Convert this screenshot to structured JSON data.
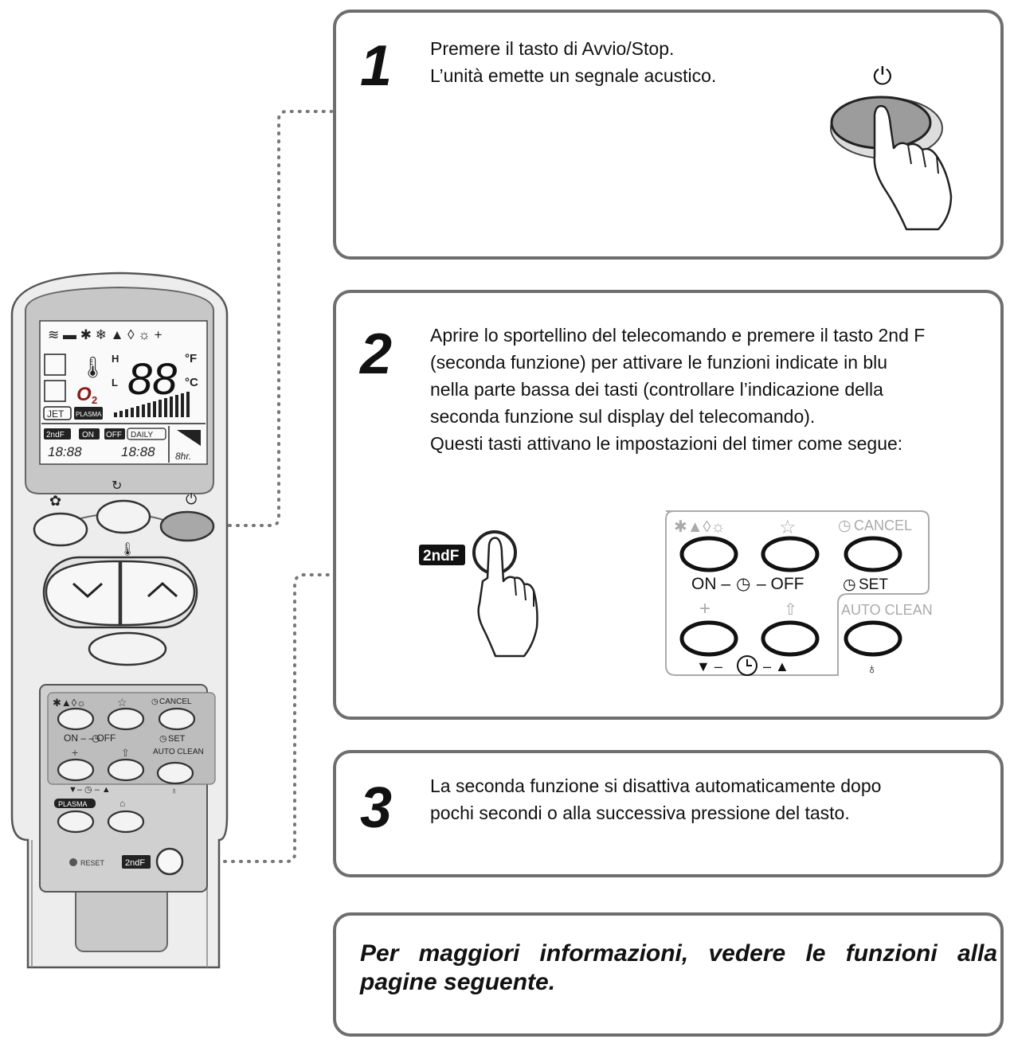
{
  "remote": {
    "lcd": {
      "temp_digits": "88",
      "unit_f": "°F",
      "unit_c": "°C",
      "o2": "O",
      "o2_sub": "2",
      "fan_high": "H",
      "fan_low": "L",
      "jet": "JET",
      "plasma": "PLASMA",
      "second_f": "2ndF",
      "on": "ON",
      "off": "OFF",
      "daily": "DAILY",
      "timer_on": "18:88",
      "timer_off": "18:88",
      "hours": "8hr."
    },
    "panel": {
      "cancel": "CANCEL",
      "on_off": "ON – – OFF",
      "set": "SET",
      "auto_clean": "AUTO CLEAN",
      "plasma": "PLASMA",
      "reset": "RESET",
      "second_f": "2ndF"
    }
  },
  "step1": {
    "number": "1",
    "lines": [
      "Premere il tasto di Avvio/Stop.",
      "L’unità emette un segnale acustico."
    ]
  },
  "step2": {
    "number": "2",
    "lines": [
      "Aprire lo sportellino del telecomando e premere il tasto 2nd F",
      "(seconda funzione) per attivare le funzioni indicate in blu",
      "nella parte bassa dei tasti (controllare l’indicazione della",
      "seconda funzione sul display del telecomando).",
      "Questi tasti attivano le impostazioni del timer come segue:"
    ],
    "key_label": "2ndF",
    "panel": {
      "cancel": "CANCEL",
      "on": "ON –",
      "off": "– OFF",
      "set": "SET",
      "auto_clean": "AUTO CLEAN",
      "down": "▼ –",
      "up": "– ▲"
    }
  },
  "step3": {
    "number": "3",
    "lines": [
      "La seconda funzione si disattiva automaticamente dopo",
      "pochi secondi o alla successiva pressione del tasto."
    ]
  },
  "final_note": {
    "lines": [
      "Per maggiori informazioni, vedere le funzioni alla",
      "pagine seguente."
    ]
  }
}
